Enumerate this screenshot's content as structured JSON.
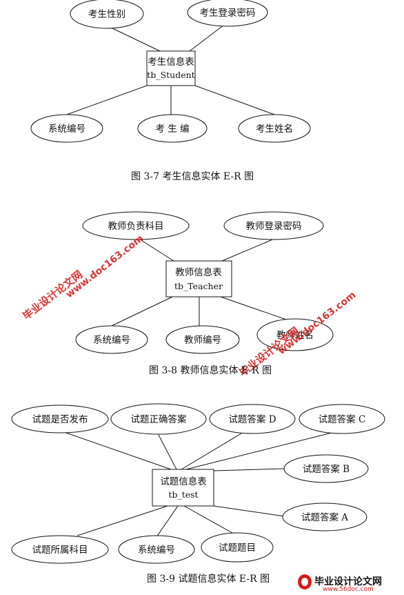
{
  "figures": [
    {
      "entity": {
        "name": "考生信息表",
        "table": "tb_Student"
      },
      "attributes": [
        "考生性别",
        "考生登录密码",
        "系统编号",
        "考 生 编",
        "考生姓名"
      ],
      "caption": "图 3-7 考生信息实体 E-R 图"
    },
    {
      "entity": {
        "name": "教师信息表",
        "table": "tb_Teacher"
      },
      "attributes": [
        "教师负责科目",
        "教师登录密码",
        "系统编号",
        "教师编号",
        "教师姓名"
      ],
      "caption": "图 3-8 教师信息实体 E-R 图"
    },
    {
      "entity": {
        "name": "试题信息表",
        "table": "tb_test"
      },
      "attributes": [
        "试题是否发布",
        "试题正确答案",
        "试题答案 D",
        "试题答案 C",
        "试题答案 B",
        "试题答案 A",
        "试题所属科目",
        "系统编号",
        "试题题目"
      ],
      "caption": "图 3-9 试题信息实体 E-R 图"
    }
  ],
  "watermarks": {
    "cn": "毕业设计论文网",
    "url": "www.doc163.com",
    "logo_title": "毕业设计论文网",
    "logo_url": "www.56doc.com"
  },
  "colors": {
    "watermark": "#d61a1a",
    "line": "#111111"
  }
}
